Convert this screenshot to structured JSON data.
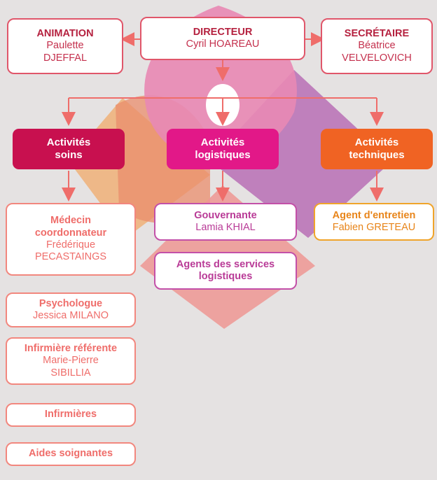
{
  "colors": {
    "background": "#e5e2e2",
    "arrow": "#ef6d6a",
    "cat_soins": "#c8104f",
    "cat_logistiques": "#e21888",
    "cat_techniques": "#f06323"
  },
  "top": {
    "animation": {
      "title": "ANIMATION",
      "line1": "Paulette",
      "line2": "DJEFFAL"
    },
    "directeur": {
      "title": "DIRECTEUR",
      "line1": "Cyril HOAREAU"
    },
    "secretaire": {
      "title": "SECRÉTAIRE",
      "line1": "Béatrice",
      "line2": "VELVELOVICH"
    }
  },
  "categories": {
    "soins": {
      "line1": "Activités",
      "line2": "soins"
    },
    "logistiques": {
      "line1": "Activités",
      "line2": "logistiques"
    },
    "techniques": {
      "line1": "Activités",
      "line2": "techniques"
    }
  },
  "soins": {
    "medecin": {
      "title1": "Médecin",
      "title2": "coordonnateur",
      "line1": "Frédérique",
      "line2": "PECASTAINGS"
    },
    "psychologue": {
      "title": "Psychologue",
      "line1": "Jessica MILANO"
    },
    "infirmiere_ref": {
      "title": "Infirmière référente",
      "line1": "Marie-Pierre",
      "line2": "SIBILLIA"
    },
    "infirmieres": {
      "title": "Infirmières"
    },
    "aides": {
      "title": "Aides soignantes"
    }
  },
  "logistiques": {
    "gouvernante": {
      "title": "Gouvernante",
      "line1": "Lamia KHIAL"
    },
    "agents": {
      "title1": "Agents des services",
      "title2": "logistiques"
    }
  },
  "techniques": {
    "agent_entretien": {
      "title": "Agent d'entretien",
      "line1": "Fabien GRETEAU"
    }
  }
}
